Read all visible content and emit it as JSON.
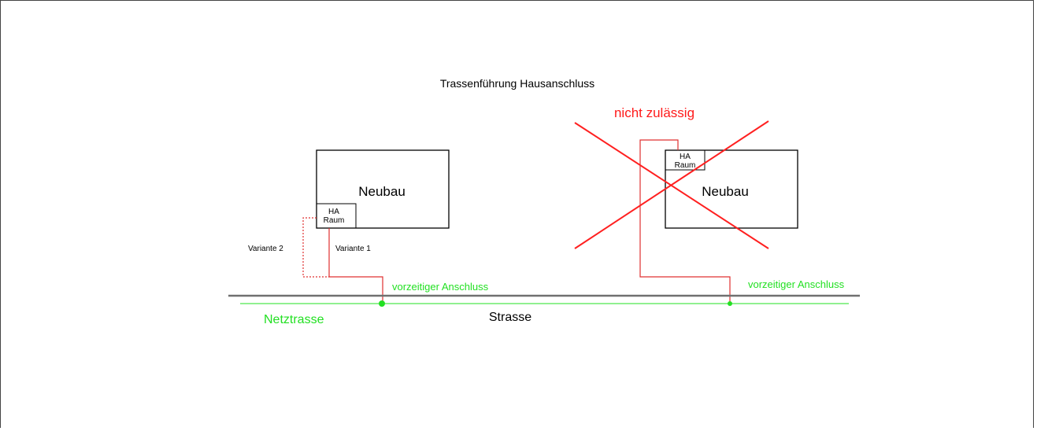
{
  "title": "Trassenführung Hausanschluss",
  "left_diagram": {
    "building_label": "Neubau",
    "ha_room_line1": "HA",
    "ha_room_line2": "Raum",
    "variant1_label": "Variante 1",
    "variant2_label": "Variante 2",
    "connection_label": "vorzeitiger Anschluss"
  },
  "right_diagram": {
    "not_allowed_label": "nicht zulässig",
    "building_label": "Neubau",
    "ha_room_line1": "HA",
    "ha_room_line2": "Raum",
    "connection_label": "vorzeitiger Anschluss"
  },
  "street_label": "Strasse",
  "network_label": "Netztrasse",
  "colors": {
    "network": "#22e022",
    "cable": "#e03030",
    "cross": "#ff2020",
    "not_allowed_text": "#ff1a1a",
    "street": "#707070",
    "outline": "#000000"
  }
}
